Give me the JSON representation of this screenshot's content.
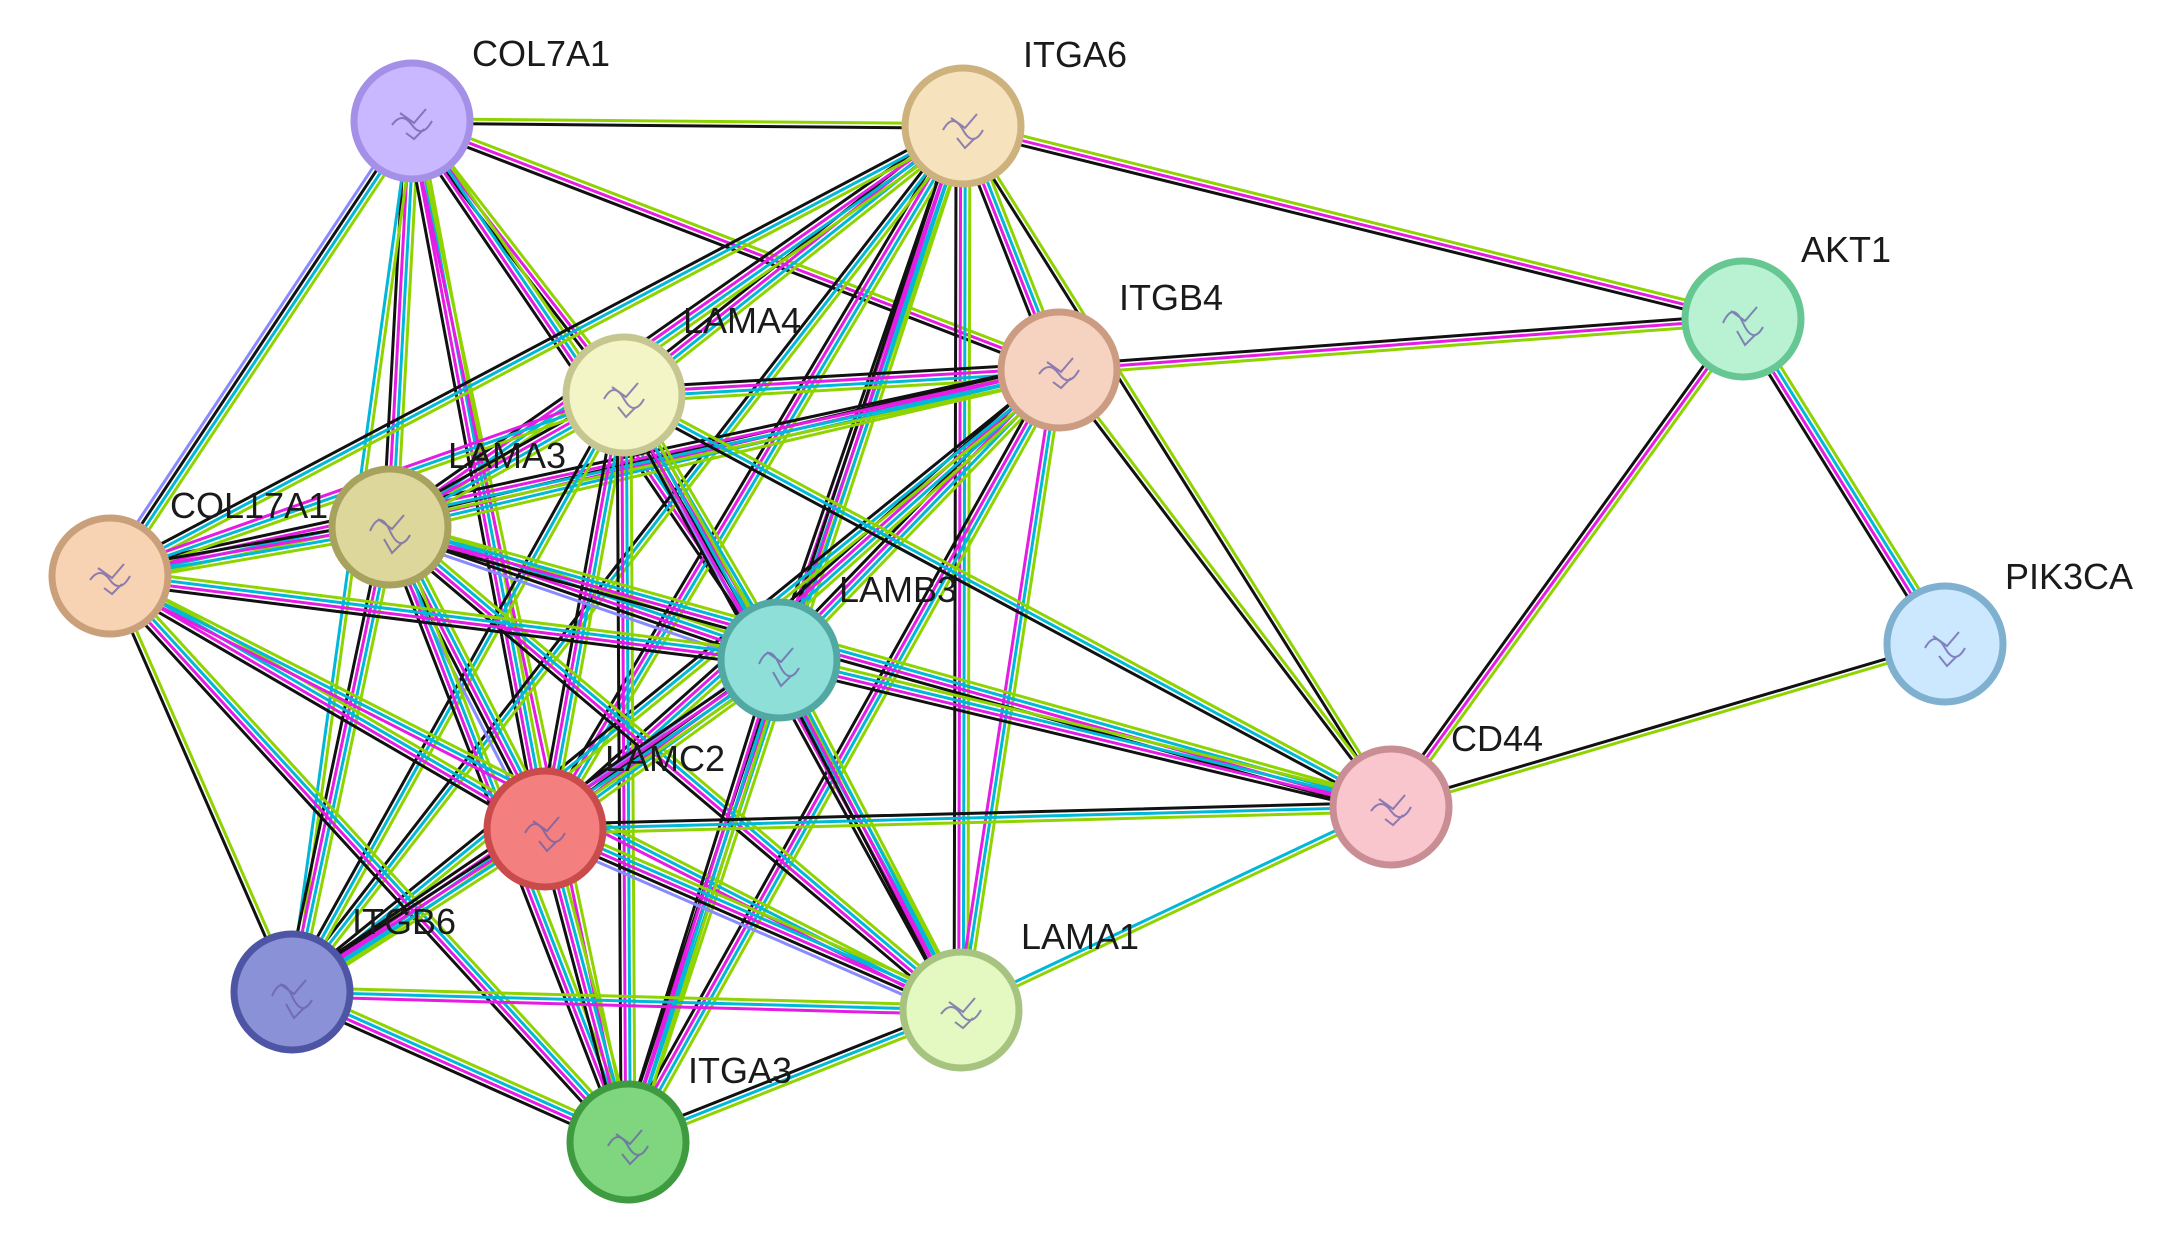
{
  "diagram": {
    "type": "protein-protein-interaction-network",
    "evidence_colors": [
      "#8fd400",
      "#00b8d8",
      "#e41ce4",
      "#111111",
      "#8a8aff"
    ],
    "nodes": [
      {
        "id": "COL7A1",
        "label": "COL7A1",
        "fill": "#c9b8ff",
        "stroke": "#a590e8"
      },
      {
        "id": "ITGA6",
        "label": "ITGA6",
        "fill": "#f6e2bd",
        "stroke": "#cdb27e"
      },
      {
        "id": "AKT1",
        "label": "AKT1",
        "fill": "#b9f2d2",
        "stroke": "#67c793"
      },
      {
        "id": "ITGB4",
        "label": "ITGB4",
        "fill": "#f6d3c1",
        "stroke": "#cb9c82"
      },
      {
        "id": "LAMA4",
        "label": "LAMA4",
        "fill": "#f4f5c7",
        "stroke": "#c5c690"
      },
      {
        "id": "LAMA3",
        "label": "LAMA3",
        "fill": "#ddd79b",
        "stroke": "#a8a25f"
      },
      {
        "id": "COL17A1",
        "label": "COL17A1",
        "fill": "#f8d3b3",
        "stroke": "#caa07a"
      },
      {
        "id": "PIK3CA",
        "label": "PIK3CA",
        "fill": "#cbe8ff",
        "stroke": "#7fb0cf"
      },
      {
        "id": "LAMB3",
        "label": "LAMB3",
        "fill": "#8fdfd9",
        "stroke": "#52a9a3"
      },
      {
        "id": "CD44",
        "label": "CD44",
        "fill": "#f8c6cc",
        "stroke": "#c98d94"
      },
      {
        "id": "LAMC2",
        "label": "LAMC2",
        "fill": "#f47f7f",
        "stroke": "#c94b4b"
      },
      {
        "id": "ITGB6",
        "label": "ITGB6",
        "fill": "#8a91d6",
        "stroke": "#4e55a5"
      },
      {
        "id": "LAMA1",
        "label": "LAMA1",
        "fill": "#e4f8c1",
        "stroke": "#a6c37f"
      },
      {
        "id": "ITGA3",
        "label": "ITGA3",
        "fill": "#7fd67f",
        "stroke": "#3f9b3f"
      }
    ],
    "edges": [
      {
        "source": "COL7A1",
        "target": "ITGA6",
        "evidence": [
          0,
          3
        ]
      },
      {
        "source": "COL7A1",
        "target": "LAMA4",
        "evidence": [
          0,
          2,
          3
        ]
      },
      {
        "source": "COL7A1",
        "target": "LAMA3",
        "evidence": [
          0,
          1,
          2,
          3
        ]
      },
      {
        "source": "COL7A1",
        "target": "COL17A1",
        "evidence": [
          0,
          1,
          3,
          4
        ]
      },
      {
        "source": "COL7A1",
        "target": "LAMB3",
        "evidence": [
          0,
          1,
          2,
          3
        ]
      },
      {
        "source": "COL7A1",
        "target": "LAMC2",
        "evidence": [
          0,
          1,
          2,
          3
        ]
      },
      {
        "source": "COL7A1",
        "target": "ITGB4",
        "evidence": [
          0,
          2,
          3
        ]
      },
      {
        "source": "COL7A1",
        "target": "ITGB6",
        "evidence": [
          0,
          1
        ]
      },
      {
        "source": "COL7A1",
        "target": "ITGA3",
        "evidence": [
          0,
          2
        ]
      },
      {
        "source": "ITGA6",
        "target": "AKT1",
        "evidence": [
          0,
          2,
          3
        ]
      },
      {
        "source": "ITGA6",
        "target": "ITGB4",
        "evidence": [
          0,
          1,
          2,
          3
        ]
      },
      {
        "source": "ITGA6",
        "target": "LAMA4",
        "evidence": [
          0,
          1,
          2,
          3
        ]
      },
      {
        "source": "ITGA6",
        "target": "LAMA3",
        "evidence": [
          0,
          1,
          2,
          3
        ]
      },
      {
        "source": "ITGA6",
        "target": "COL17A1",
        "evidence": [
          0,
          1,
          3
        ]
      },
      {
        "source": "ITGA6",
        "target": "LAMB3",
        "evidence": [
          0,
          1,
          2,
          3
        ]
      },
      {
        "source": "ITGA6",
        "target": "LAMC2",
        "evidence": [
          0,
          1,
          2,
          3
        ]
      },
      {
        "source": "ITGA6",
        "target": "CD44",
        "evidence": [
          0,
          3
        ]
      },
      {
        "source": "ITGA6",
        "target": "ITGB6",
        "evidence": [
          0,
          1,
          3
        ]
      },
      {
        "source": "ITGA6",
        "target": "LAMA1",
        "evidence": [
          0,
          1,
          2,
          3
        ]
      },
      {
        "source": "ITGA6",
        "target": "ITGA3",
        "evidence": [
          0,
          1,
          2,
          3
        ]
      },
      {
        "source": "AKT1",
        "target": "ITGB4",
        "evidence": [
          0,
          2,
          3
        ]
      },
      {
        "source": "AKT1",
        "target": "CD44",
        "evidence": [
          0,
          2,
          3
        ]
      },
      {
        "source": "AKT1",
        "target": "PIK3CA",
        "evidence": [
          0,
          1,
          2,
          3
        ]
      },
      {
        "source": "PIK3CA",
        "target": "CD44",
        "evidence": [
          0,
          3
        ]
      },
      {
        "source": "ITGB4",
        "target": "LAMA4",
        "evidence": [
          0,
          1,
          2,
          3
        ]
      },
      {
        "source": "ITGB4",
        "target": "LAMA3",
        "evidence": [
          0,
          1,
          2,
          3
        ]
      },
      {
        "source": "ITGB4",
        "target": "COL17A1",
        "evidence": [
          0,
          1,
          2,
          3
        ]
      },
      {
        "source": "ITGB4",
        "target": "LAMB3",
        "evidence": [
          0,
          1,
          2,
          3
        ]
      },
      {
        "source": "ITGB4",
        "target": "LAMC2",
        "evidence": [
          0,
          1,
          2,
          3
        ]
      },
      {
        "source": "ITGB4",
        "target": "CD44",
        "evidence": [
          0,
          3
        ]
      },
      {
        "source": "ITGB4",
        "target": "ITGB6",
        "evidence": [
          0,
          1,
          3
        ]
      },
      {
        "source": "ITGB4",
        "target": "LAMA1",
        "evidence": [
          0,
          1,
          2
        ]
      },
      {
        "source": "ITGB4",
        "target": "ITGA3",
        "evidence": [
          0,
          1,
          2,
          3
        ]
      },
      {
        "source": "LAMA4",
        "target": "LAMA3",
        "evidence": [
          0,
          1,
          2,
          3
        ]
      },
      {
        "source": "LAMA4",
        "target": "COL17A1",
        "evidence": [
          0,
          1,
          2
        ]
      },
      {
        "source": "LAMA4",
        "target": "LAMB3",
        "evidence": [
          0,
          1,
          2,
          3,
          4
        ]
      },
      {
        "source": "LAMA4",
        "target": "LAMC2",
        "evidence": [
          0,
          1,
          2,
          3
        ]
      },
      {
        "source": "LAMA4",
        "target": "CD44",
        "evidence": [
          0,
          1,
          3
        ]
      },
      {
        "source": "LAMA4",
        "target": "ITGB6",
        "evidence": [
          0,
          1,
          3
        ]
      },
      {
        "source": "LAMA4",
        "target": "LAMA1",
        "evidence": [
          0,
          1,
          2,
          3
        ]
      },
      {
        "source": "LAMA4",
        "target": "ITGA3",
        "evidence": [
          0,
          1,
          2,
          3
        ]
      },
      {
        "source": "LAMA3",
        "target": "COL17A1",
        "evidence": [
          0,
          1,
          2,
          3
        ]
      },
      {
        "source": "LAMA3",
        "target": "LAMB3",
        "evidence": [
          0,
          1,
          2,
          3,
          4
        ]
      },
      {
        "source": "LAMA3",
        "target": "LAMC2",
        "evidence": [
          0,
          1,
          2,
          3,
          4
        ]
      },
      {
        "source": "LAMA3",
        "target": "CD44",
        "evidence": [
          0,
          1,
          2,
          3
        ]
      },
      {
        "source": "LAMA3",
        "target": "ITGB6",
        "evidence": [
          0,
          1,
          2,
          3
        ]
      },
      {
        "source": "LAMA3",
        "target": "LAMA1",
        "evidence": [
          0,
          1,
          2,
          3
        ]
      },
      {
        "source": "LAMA3",
        "target": "ITGA3",
        "evidence": [
          0,
          1,
          2,
          3
        ]
      },
      {
        "source": "COL17A1",
        "target": "LAMB3",
        "evidence": [
          0,
          1,
          2,
          3
        ]
      },
      {
        "source": "COL17A1",
        "target": "LAMC2",
        "evidence": [
          0,
          1,
          2,
          3
        ]
      },
      {
        "source": "COL17A1",
        "target": "ITGB6",
        "evidence": [
          0,
          3
        ]
      },
      {
        "source": "COL17A1",
        "target": "LAMA1",
        "evidence": [
          0,
          1,
          2
        ]
      },
      {
        "source": "COL17A1",
        "target": "ITGA3",
        "evidence": [
          0,
          1,
          2,
          3
        ]
      },
      {
        "source": "LAMB3",
        "target": "CD44",
        "evidence": [
          0,
          1,
          2,
          3
        ]
      },
      {
        "source": "LAMB3",
        "target": "LAMC2",
        "evidence": [
          0,
          1,
          2,
          3,
          4
        ]
      },
      {
        "source": "LAMB3",
        "target": "ITGB6",
        "evidence": [
          0,
          1,
          2,
          3
        ]
      },
      {
        "source": "LAMB3",
        "target": "LAMA1",
        "evidence": [
          0,
          1,
          2,
          3
        ]
      },
      {
        "source": "LAMB3",
        "target": "ITGA3",
        "evidence": [
          0,
          1,
          2,
          3
        ]
      },
      {
        "source": "CD44",
        "target": "LAMC2",
        "evidence": [
          0,
          1,
          3
        ]
      },
      {
        "source": "CD44",
        "target": "LAMA1",
        "evidence": [
          0,
          1
        ]
      },
      {
        "source": "LAMC2",
        "target": "ITGB6",
        "evidence": [
          0,
          1,
          2,
          3
        ]
      },
      {
        "source": "LAMC2",
        "target": "LAMA1",
        "evidence": [
          0,
          1,
          2,
          3,
          4
        ]
      },
      {
        "source": "LAMC2",
        "target": "ITGA3",
        "evidence": [
          0,
          1,
          2,
          3
        ]
      },
      {
        "source": "ITGB6",
        "target": "LAMA1",
        "evidence": [
          0,
          1,
          2
        ]
      },
      {
        "source": "ITGB6",
        "target": "ITGA3",
        "evidence": [
          0,
          1,
          2,
          3
        ]
      },
      {
        "source": "LAMA1",
        "target": "ITGA3",
        "evidence": [
          0,
          1,
          3
        ]
      }
    ]
  }
}
